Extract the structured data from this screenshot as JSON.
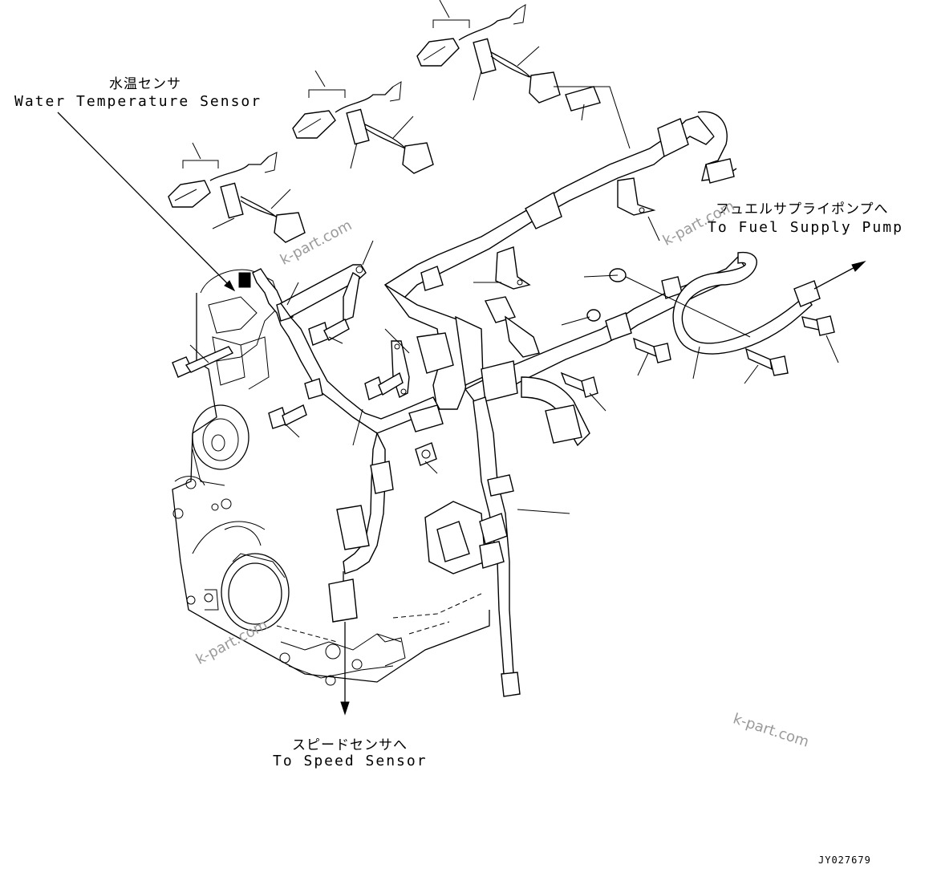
{
  "labels": {
    "water_temp_jp": "水温センサ",
    "water_temp_en": "Water Temperature Sensor",
    "fuel_pump_jp": "フュエルサプライポンプへ",
    "fuel_pump_en": "To Fuel Supply Pump",
    "speed_sensor_jp": "スピードセンサへ",
    "speed_sensor_en": "To Speed Sensor"
  },
  "watermarks": [
    "k-part.com",
    "k-part.com",
    "k-part.com"
  ],
  "drawing_code": "JY027679"
}
